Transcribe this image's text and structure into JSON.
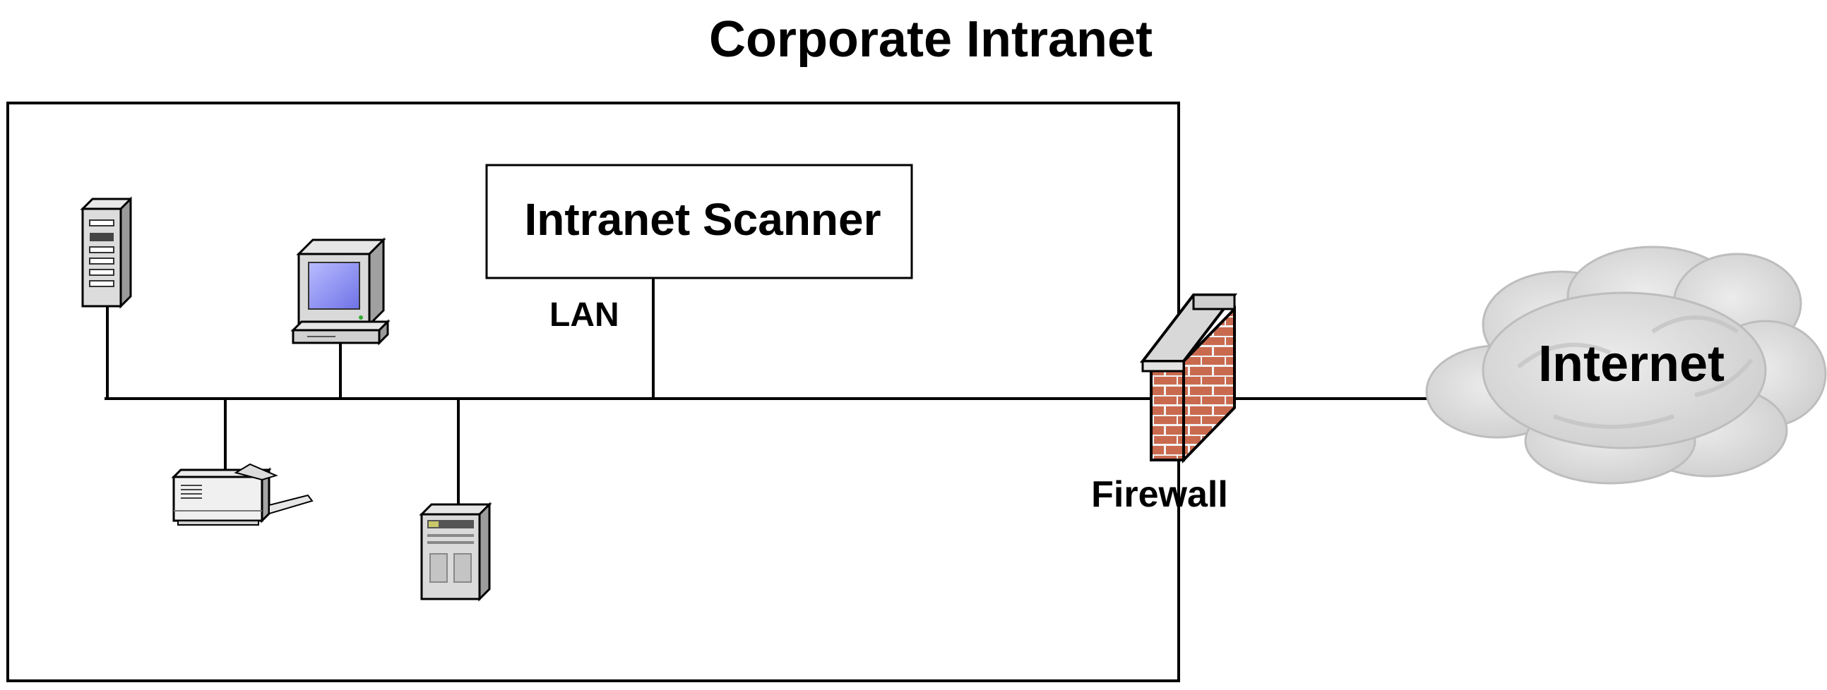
{
  "title": "Corporate Intranet",
  "scanner_label": "Intranet Scanner",
  "lan_label": "LAN",
  "firewall_label": "Firewall",
  "internet_label": "Internet",
  "colors": {
    "line": "#000000",
    "brick": "#c96a4f",
    "mortar": "#f4f4f4",
    "screen": "#8a8cf0",
    "cloud": "#d9d9d9"
  },
  "icons": {
    "server_tower": "server-tower-icon",
    "workstation": "desktop-computer-icon",
    "printer": "printer-icon",
    "server": "server-icon",
    "firewall": "brick-wall-icon",
    "cloud": "cloud-icon"
  }
}
